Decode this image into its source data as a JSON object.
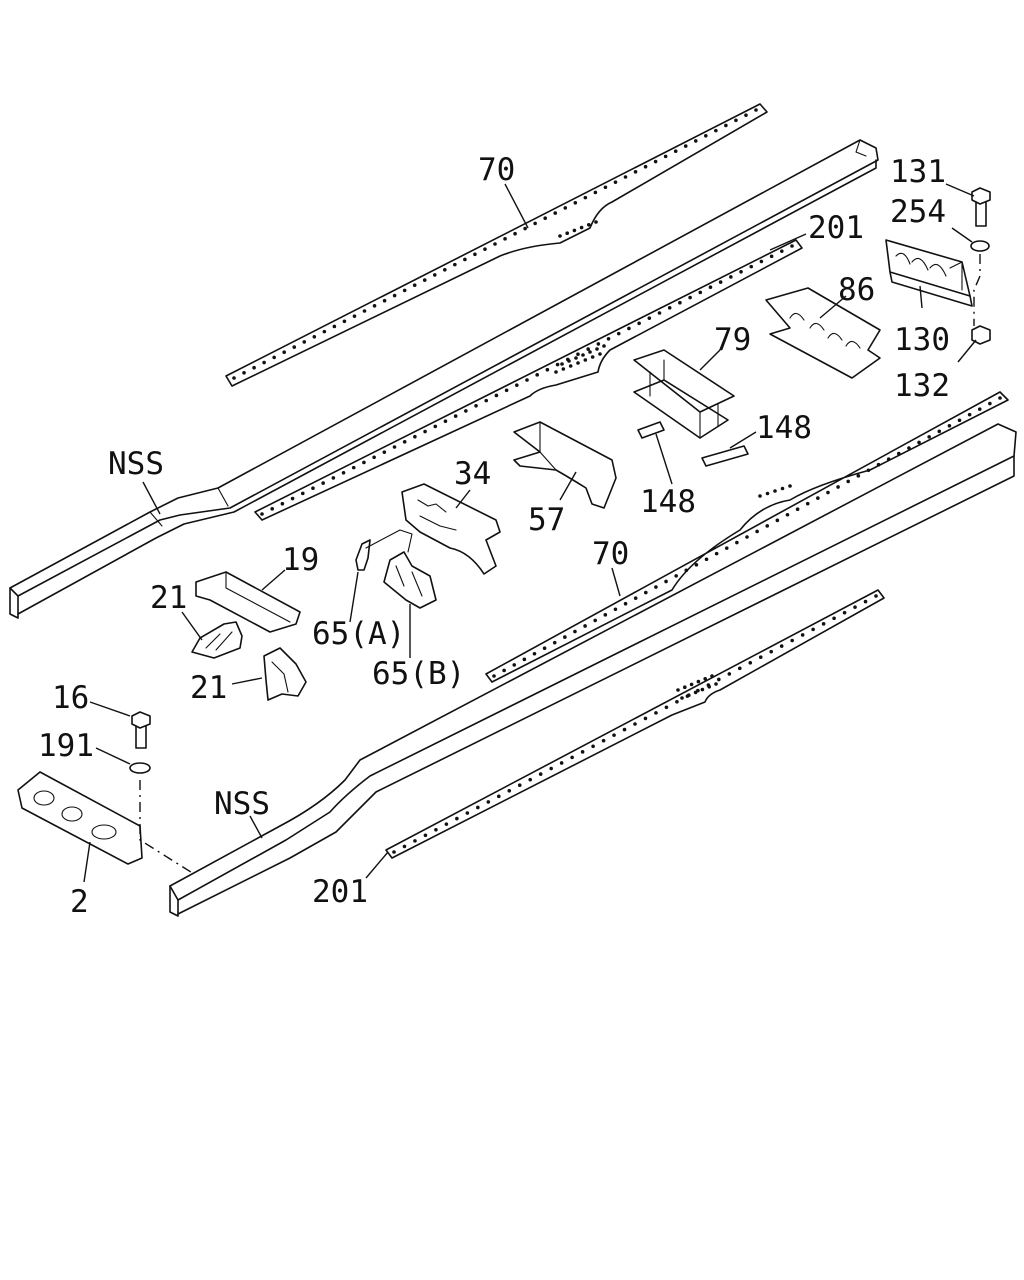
{
  "labels": {
    "p70_top": "70",
    "p131": "131",
    "p254": "254",
    "p201_top": "201",
    "p86": "86",
    "p130": "130",
    "p132": "132",
    "p79": "79",
    "p148_right": "148",
    "p148_lower": "148",
    "nss_top": "NSS",
    "p34": "34",
    "p57": "57",
    "p70_lower": "70",
    "p19": "19",
    "p21_top": "21",
    "p21_bottom": "21",
    "p65a": "65(A)",
    "p65b": "65(B)",
    "p16": "16",
    "p191": "191",
    "nss_bottom": "NSS",
    "p2": "2",
    "p201_bottom": "201"
  }
}
